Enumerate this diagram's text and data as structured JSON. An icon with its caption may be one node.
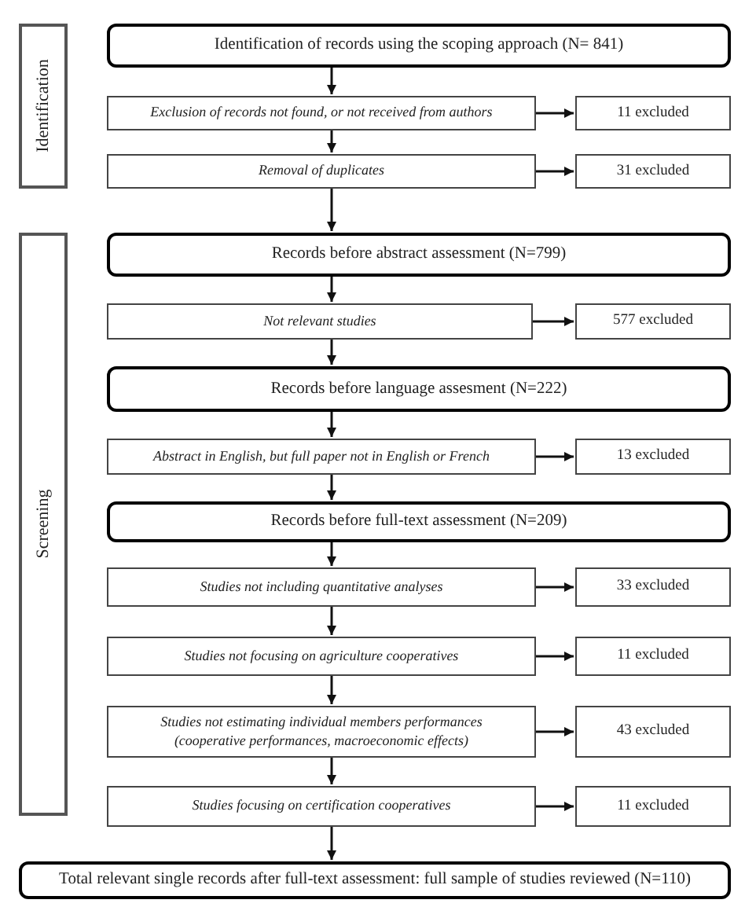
{
  "diagram": {
    "nodes": [
      {
        "text": [
          "Identification"
        ]
      },
      {
        "text": [
          "Screening"
        ]
      },
      {
        "text": [
          "Identification of records using the scoping approach (N= 841)"
        ]
      },
      {
        "text": [
          "Exclusion of records not found, or not received from authors"
        ]
      },
      {
        "text": [
          "11 excluded"
        ]
      },
      {
        "text": [
          "Removal of duplicates"
        ]
      },
      {
        "text": [
          "31 excluded"
        ]
      },
      {
        "text": [
          "Records before abstract assessment (N=799)"
        ]
      },
      {
        "text": [
          "Not relevant studies"
        ]
      },
      {
        "text": [
          "577 excluded"
        ]
      },
      {
        "text": [
          "Records before language assesment (N=222)"
        ]
      },
      {
        "text": [
          "Abstract in English, but full paper not in English or French"
        ]
      },
      {
        "text": [
          "13 excluded"
        ]
      },
      {
        "text": [
          "Records before full-text assessment (N=209)"
        ]
      },
      {
        "text": [
          "Studies not including quantitative analyses"
        ]
      },
      {
        "text": [
          "33 excluded"
        ]
      },
      {
        "text": [
          "Studies not focusing on agriculture cooperatives"
        ]
      },
      {
        "text": [
          "11 excluded"
        ]
      },
      {
        "text": [
          "Studies not estimating individual members performances (cooperative performances, macroeconomic effects)"
        ]
      },
      {
        "text": [
          "43 excluded"
        ]
      },
      {
        "text": [
          "Studies focusing on certification cooperatives"
        ]
      },
      {
        "text": [
          "11 excluded"
        ]
      },
      {
        "text": [
          "Total relevant single records after full-text assessment: full sample of studies reviewed (N=110)"
        ]
      }
    ],
    "edges": [
      {
        "from": 2,
        "to": 3,
        "arrow": "to"
      },
      {
        "from": 3,
        "to": 4,
        "arrow": "to"
      },
      {
        "from": 3,
        "to": 5,
        "arrow": "to"
      },
      {
        "from": 5,
        "to": 6,
        "arrow": "to"
      },
      {
        "from": 5,
        "to": 7,
        "arrow": "to"
      },
      {
        "from": 7,
        "to": 8,
        "arrow": "to"
      },
      {
        "from": 8,
        "to": 9,
        "arrow": "to"
      },
      {
        "from": 8,
        "to": 10,
        "arrow": "to"
      },
      {
        "from": 10,
        "to": 11,
        "arrow": "to"
      },
      {
        "from": 11,
        "to": 12,
        "arrow": "to"
      },
      {
        "from": 11,
        "to": 13,
        "arrow": "to"
      },
      {
        "from": 13,
        "to": 14,
        "arrow": "to"
      },
      {
        "from": 14,
        "to": 15,
        "arrow": "to"
      },
      {
        "from": 14,
        "to": 16,
        "arrow": "to"
      },
      {
        "from": 16,
        "to": 17,
        "arrow": "to"
      },
      {
        "from": 16,
        "to": 18,
        "arrow": "to"
      },
      {
        "from": 18,
        "to": 19,
        "arrow": "to"
      },
      {
        "from": 18,
        "to": 20,
        "arrow": "to"
      },
      {
        "from": 20,
        "to": 21,
        "arrow": "to"
      },
      {
        "from": 20,
        "to": 22,
        "arrow": "to"
      }
    ]
  }
}
